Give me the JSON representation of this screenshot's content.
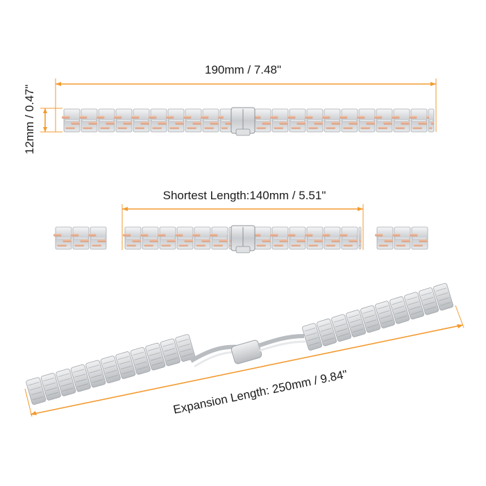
{
  "labels": {
    "total_length": "190mm / 7.48\"",
    "width": "12mm / 0.47\"",
    "shortest_length": "Shortest Length:140mm / 5.51\"",
    "expansion_length": "Expansion Length: 250mm / 9.84\""
  },
  "colors": {
    "dimension_line": "#f39a2e",
    "steel": "#cfd2d6",
    "rose_gold": "#e4ad8e",
    "text": "#1a1a1a"
  }
}
